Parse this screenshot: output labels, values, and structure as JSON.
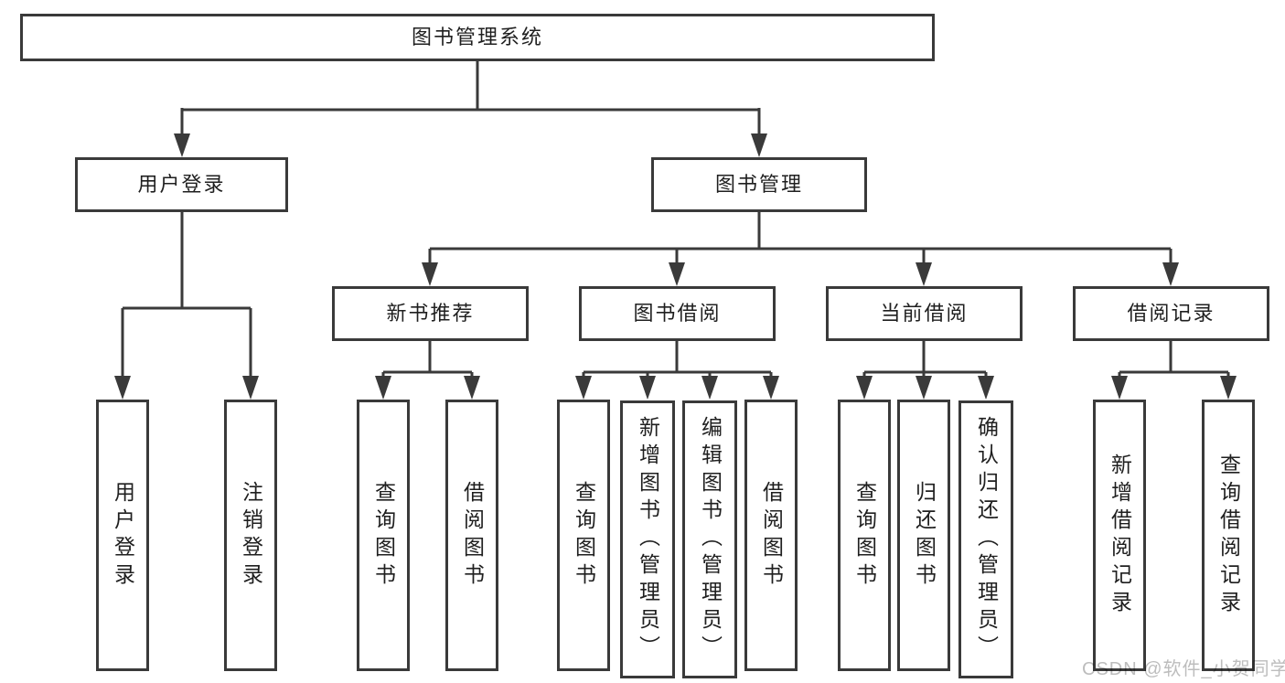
{
  "colors": {
    "line": "#3a3a3a",
    "text": "#1f1f1f",
    "watermark": "#bdbdbd",
    "background": "#ffffff"
  },
  "watermark": "CSDN @软件_小贺同学",
  "diagram": {
    "title": "图书管理系统",
    "branches": [
      {
        "label": "用户登录",
        "leaves": [
          "用户登录",
          "注销登录"
        ]
      },
      {
        "label": "图书管理",
        "groups": [
          {
            "label": "新书推荐",
            "leaves": [
              "查询图书",
              "借阅图书"
            ]
          },
          {
            "label": "图书借阅",
            "leaves": [
              "查询图书",
              "新增图书（管理员）",
              "编辑图书（管理员）",
              "借阅图书"
            ]
          },
          {
            "label": "当前借阅",
            "leaves": [
              "查询图书",
              "归还图书",
              "确认归还（管理员）"
            ]
          },
          {
            "label": "借阅记录",
            "leaves": [
              "新增借阅记录",
              "查询借阅记录"
            ]
          }
        ]
      }
    ]
  }
}
